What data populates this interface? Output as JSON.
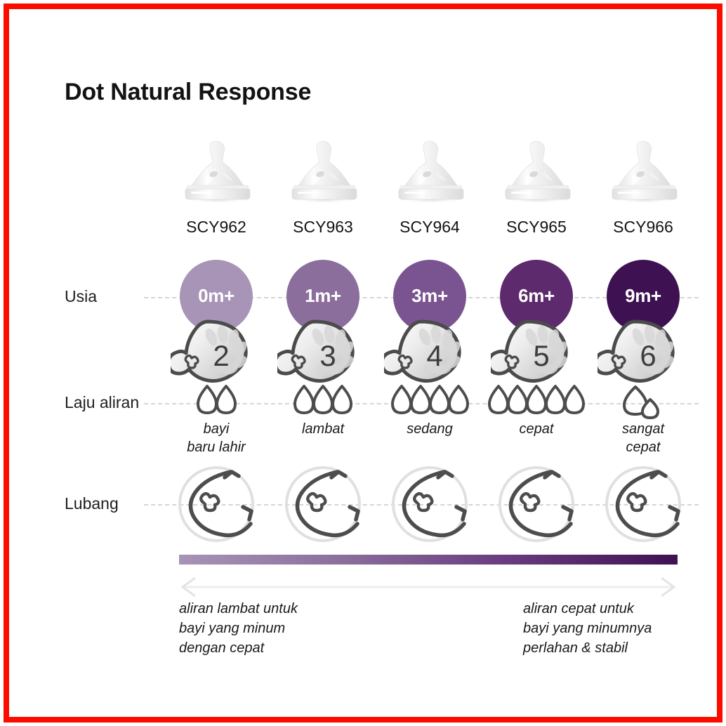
{
  "frame": {
    "border_color": "#fe0b00"
  },
  "header": {
    "title": "Dot Natural Response"
  },
  "rows": {
    "age_label": "Usia",
    "flow_label": "Laju aliran",
    "hole_label": "Lubang"
  },
  "columns": [
    {
      "sku": "SCY962",
      "age": "0m+",
      "age_color": "#a794b7",
      "teat_number": "2",
      "drops": 2,
      "drop_style": "normal",
      "flow_label_line1": "bayi",
      "flow_label_line2": "baru lahir",
      "teat_icon": "teat-top-view-icon",
      "hole_icon": "teat-hole-diagram-icon"
    },
    {
      "sku": "SCY963",
      "age": "1m+",
      "age_color": "#8b6e9c",
      "teat_number": "3",
      "drops": 3,
      "drop_style": "normal",
      "flow_label_line1": "lambat",
      "flow_label_line2": "",
      "teat_icon": "teat-top-view-icon",
      "hole_icon": "teat-hole-diagram-icon"
    },
    {
      "sku": "SCY964",
      "age": "3m+",
      "age_color": "#7a5490",
      "teat_number": "4",
      "drops": 4,
      "drop_style": "normal",
      "flow_label_line1": "sedang",
      "flow_label_line2": "",
      "teat_icon": "teat-top-view-icon",
      "hole_icon": "teat-hole-diagram-icon"
    },
    {
      "sku": "SCY965",
      "age": "6m+",
      "age_color": "#5e2a6e",
      "teat_number": "5",
      "drops": 5,
      "drop_style": "normal",
      "flow_label_line1": "cepat",
      "flow_label_line2": "",
      "teat_icon": "teat-top-view-icon",
      "hole_icon": "teat-hole-diagram-icon"
    },
    {
      "sku": "SCY966",
      "age": "9m+",
      "age_color": "#3e1252",
      "teat_number": "6",
      "drops": 1,
      "drop_style": "thick-feed",
      "flow_label_line1": "sangat",
      "flow_label_line2": "cepat",
      "teat_icon": "teat-top-view-icon",
      "hole_icon": "teat-hole-diagram-icon"
    }
  ],
  "scale": {
    "gradient_start": "#a794b7",
    "gradient_end": "#3e1252",
    "arrow_color": "#e8e8e8",
    "caption_left_line1": "aliran lambat untuk",
    "caption_left_line2": "bayi yang minum",
    "caption_left_line3": "dengan cepat",
    "caption_right_line1": "aliran cepat untuk",
    "caption_right_line2": "bayi yang minumnya",
    "caption_right_line3": "perlahan & stabil"
  }
}
